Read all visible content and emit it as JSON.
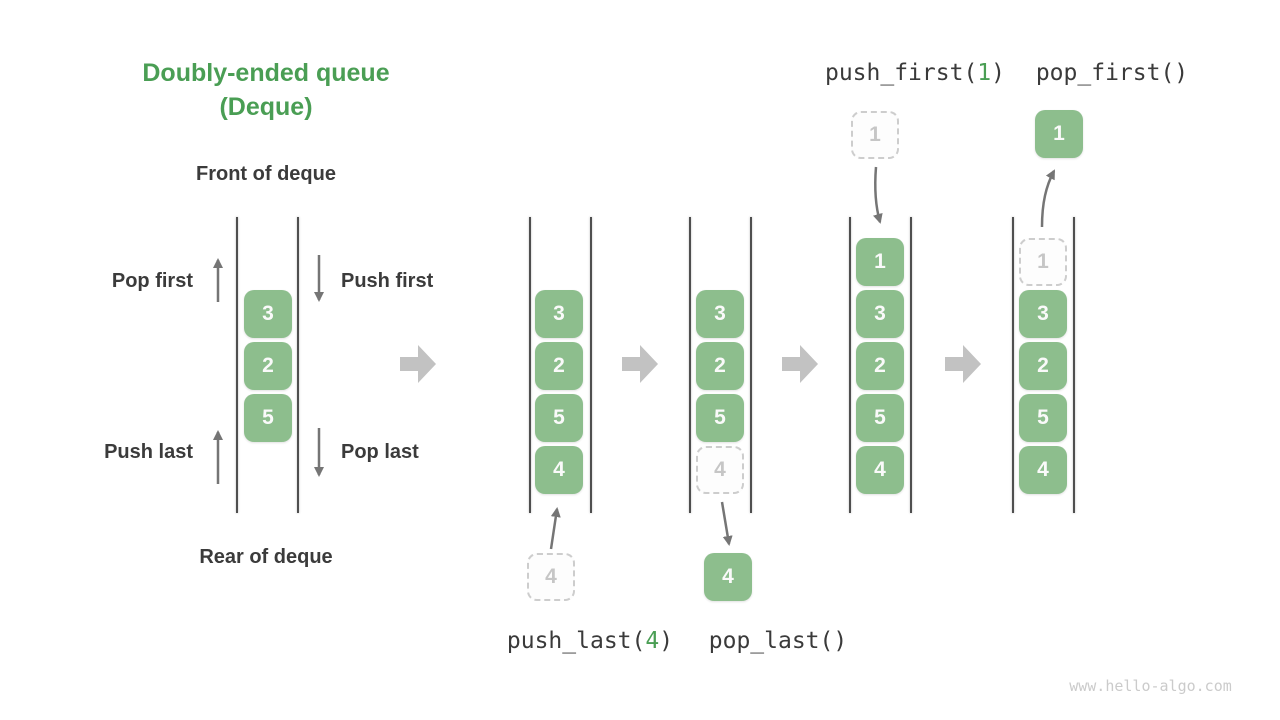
{
  "title": {
    "line1": "Doubly-ended queue",
    "line2": "(Deque)"
  },
  "labels": {
    "front": "Front of deque",
    "rear": "Rear of deque",
    "pop_first": "Pop first",
    "push_first": "Push first",
    "push_last": "Push last",
    "pop_last": "Pop last"
  },
  "operations": {
    "push_last": {
      "prefix": "push_last(",
      "arg": "4",
      "suffix": ")"
    },
    "pop_last": {
      "text": "pop_last()"
    },
    "push_first": {
      "prefix": "push_first(",
      "arg": "1",
      "suffix": ")"
    },
    "pop_first": {
      "text": "pop_first()"
    }
  },
  "queues": {
    "demo": {
      "items": [
        "3",
        "2",
        "5"
      ]
    },
    "after_push_last": {
      "items": [
        "3",
        "2",
        "5",
        "4"
      ],
      "incoming": "4"
    },
    "after_pop_last": {
      "items": [
        "3",
        "2",
        "5"
      ],
      "ghost": "4",
      "outgoing": "4"
    },
    "after_push_first": {
      "items": [
        "1",
        "3",
        "2",
        "5",
        "4"
      ],
      "incoming": "1"
    },
    "after_pop_first": {
      "items": [
        "3",
        "2",
        "5",
        "4"
      ],
      "ghost": "1",
      "outgoing": "1"
    }
  },
  "watermark": "www.hello-algo.com",
  "colors": {
    "accent_green": "#4a9e54",
    "box_green": "#8dbe8d",
    "ghost_gray": "#c6c6c6",
    "arrow_gray": "#757575",
    "block_arrow_gray": "#c2c2c2",
    "text_dark": "#3b3b3b"
  }
}
